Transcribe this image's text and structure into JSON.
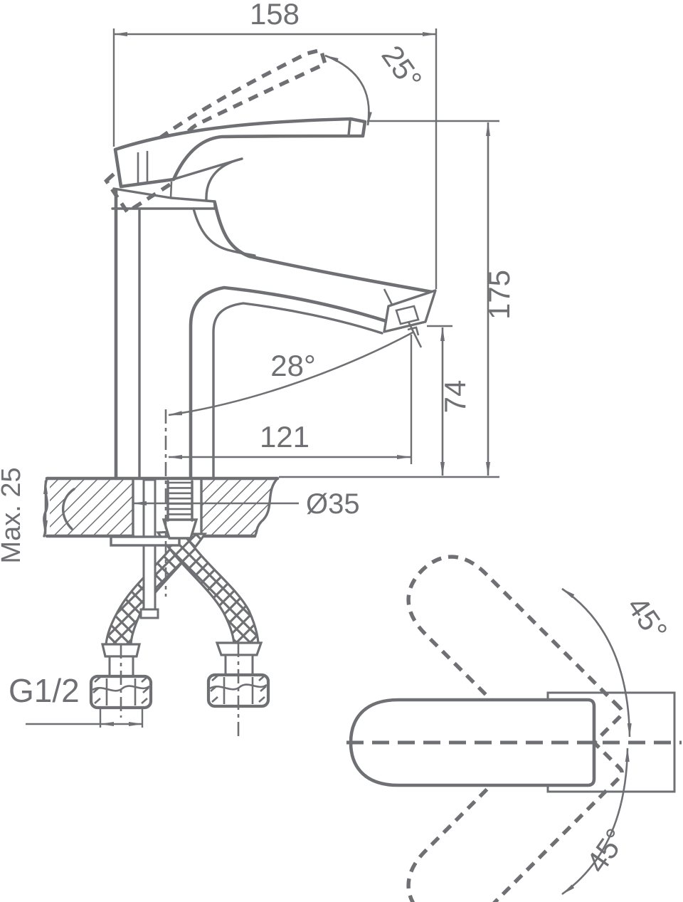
{
  "drawing": {
    "kind": "technical dimension drawing",
    "subject": "single-lever basin mixer faucet — front elevation with mounting detail and plan view of handle swing",
    "line_color": "#6f7074",
    "background": "#ffffff",
    "front_view": {
      "overall_width": "158",
      "lever_lift_angle": "25°",
      "overall_height": "175",
      "spout_outlet_height": "74",
      "spout_reach": "121",
      "stream_angle": "28°",
      "deck_thickness": "Max. 25",
      "mounting_hole_diameter": "Ø35",
      "connection_thread": "G1/2"
    },
    "top_view": {
      "swing_up": "45°",
      "swing_down": "45°"
    }
  }
}
